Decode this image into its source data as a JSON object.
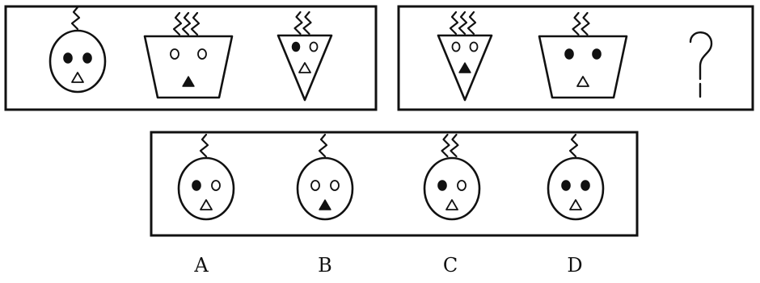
{
  "question_sequence": [
    {
      "shape": "circle",
      "squiggles": 1,
      "left_eye": "filled",
      "right_eye": "filled",
      "mouth": "open"
    },
    {
      "shape": "trapezoid",
      "squiggles": 3,
      "left_eye": "open",
      "right_eye": "open",
      "mouth": "filled"
    },
    {
      "shape": "triangle",
      "squiggles": 2,
      "left_eye": "filled",
      "right_eye": "open",
      "mouth": "open"
    },
    {
      "shape": "triangle",
      "squiggles": 3,
      "left_eye": "open",
      "right_eye": "open",
      "mouth": "filled"
    },
    {
      "shape": "trapezoid",
      "squiggles": 2,
      "left_eye": "filled",
      "right_eye": "filled",
      "mouth": "open"
    },
    {
      "shape": "question-mark"
    }
  ],
  "options": [
    {
      "label": "A",
      "shape": "circle",
      "squiggles": 1,
      "left_eye": "filled",
      "right_eye": "open",
      "mouth": "open"
    },
    {
      "label": "B",
      "shape": "circle",
      "squiggles": 1,
      "left_eye": "open",
      "right_eye": "open",
      "mouth": "filled"
    },
    {
      "label": "C",
      "shape": "circle",
      "squiggles": 2,
      "left_eye": "filled",
      "right_eye": "open",
      "mouth": "open"
    },
    {
      "label": "D",
      "shape": "circle",
      "squiggles": 1,
      "left_eye": "filled",
      "right_eye": "filled",
      "mouth": "open"
    }
  ],
  "colors": {
    "ink": "#111111",
    "background": "#ffffff"
  }
}
